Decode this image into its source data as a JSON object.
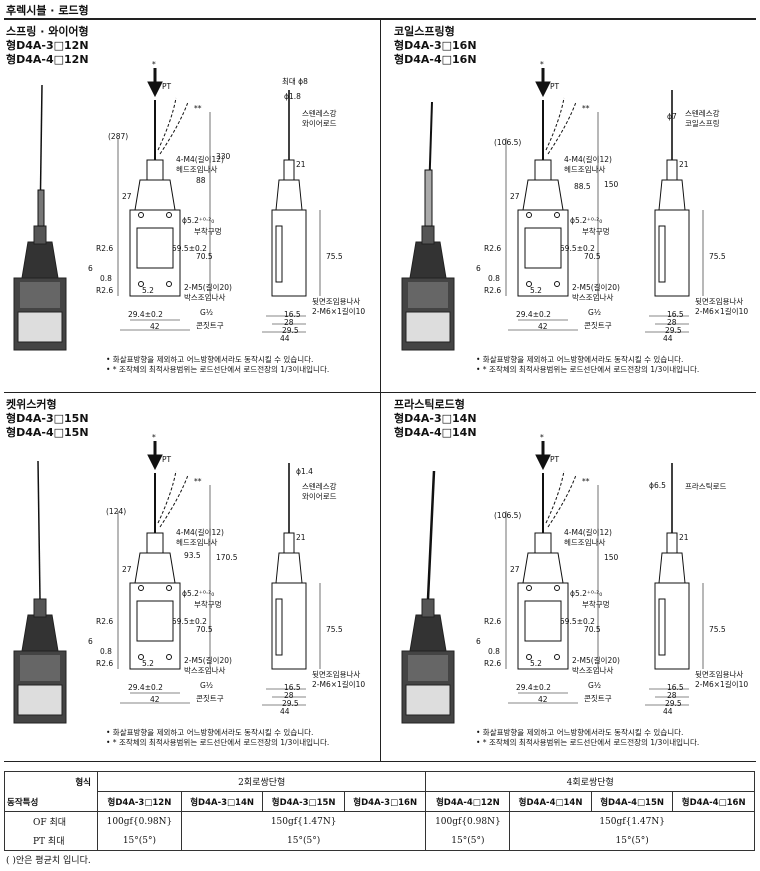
{
  "header": {
    "title": "후렉시블 · 로드형"
  },
  "panels": [
    {
      "title_lines": [
        "스프링 · 와이어형",
        "형D4A-3□12N",
        "형D4A-4□12N"
      ],
      "labels": {
        "star": "*",
        "pt": "PT",
        "dstar": "**",
        "d287": "(287)",
        "d330": "330",
        "d88": "88",
        "d27": "27",
        "m4": "4-M4(길이12)",
        "m4b": "헤드조임나사",
        "phi52": "ϕ5.2⁺⁰·²₀",
        "hole": "부착구멍",
        "d595": "59.5±0.2",
        "d705": "70.5",
        "r26a": "R2.6",
        "d6": "6",
        "d08": "0.8",
        "r26b": "R2.6",
        "d52": "5.2",
        "m5": "2-M5(길이20)",
        "m5b": "박스조임나사",
        "d294": "29.4±0.2",
        "d42": "42",
        "dia8": "최대 ϕ8",
        "phi18": "ϕ1.8",
        "mat1": "스텐레스강",
        "mat2": "와이어로드",
        "d21": "21",
        "d755": "75.5",
        "rear1": "뒷면조임용나사",
        "rear2": "2-M6×1길이10",
        "d165": "16.5",
        "d28": "28",
        "d295": "29.5",
        "g12": "G½",
        "conduit": "콘짓트구",
        "d44": "44"
      },
      "notes": [
        "• 화살표방향을 제외하고 어느방향에서라도 동작시킬 수 있습니다.",
        "• * 조작체의 최적사용범위는 로드선단에서 로드전장의 1/3이내입니다."
      ]
    },
    {
      "title_lines": [
        "코일스프링형",
        "형D4A-3□16N",
        "형D4A-4□16N"
      ],
      "labels": {
        "star": "*",
        "pt": "PT",
        "dstar": "**",
        "d1065": "(106.5)",
        "d885": "88.5",
        "d150": "150",
        "d27": "27",
        "m4": "4-M4(길이12)",
        "m4b": "헤드조임나사",
        "phi52": "ϕ5.2⁺⁰·²₀",
        "hole": "부착구멍",
        "d595": "59.5±0.2",
        "d705": "70.5",
        "r26a": "R2.6",
        "d6": "6",
        "d08": "0.8",
        "r26b": "R2.6",
        "d52": "5.2",
        "m5": "2-M5(길이20)",
        "m5b": "박스조임나사",
        "d294": "29.4±0.2",
        "d42": "42",
        "phi7": "ϕ7",
        "mat1": "스텐레스강",
        "mat2": "코일스프링",
        "d21": "21",
        "d755": "75.5",
        "rear1": "뒷면조임용나사",
        "rear2": "2-M6×1길이10",
        "d165": "16.5",
        "d28": "28",
        "d295": "29.5",
        "g12": "G½",
        "conduit": "콘짓트구",
        "d44": "44"
      },
      "notes": [
        "• 화살표방향을 제외하고 어느방향에서라도 동작시킬 수 있습니다.",
        "• * 조작체의 최적사용범위는 로드선단에서 로드전장의 1/3이내입니다."
      ]
    },
    {
      "title_lines": [
        "켓위스커형",
        "형D4A-3□15N",
        "형D4A-4□15N"
      ],
      "labels": {
        "star": "*",
        "pt": "PT",
        "dstar": "**",
        "d124": "(124)",
        "d935": "93.5",
        "d1705": "170.5",
        "d27": "27",
        "m4": "4-M4(길이12)",
        "m4b": "헤드조임나사",
        "phi52": "ϕ5.2⁺⁰·²₀",
        "hole": "부착구멍",
        "d595": "59.5±0.2",
        "d705": "70.5",
        "r26a": "R2.6",
        "d6": "6",
        "d08": "0.8",
        "r26b": "R2.6",
        "d52": "5.2",
        "m5": "2-M5(길이20)",
        "m5b": "박스조임나사",
        "d294": "29.4±0.2",
        "d42": "42",
        "phi14": "ϕ1.4",
        "mat1": "스텐레스강",
        "mat2": "와이어로드",
        "d21": "21",
        "d755": "75.5",
        "rear1": "뒷면조임용나사",
        "rear2": "2-M6×1길이10",
        "d165": "16.5",
        "d28": "28",
        "d295": "29.5",
        "g12": "G½",
        "conduit": "콘짓트구",
        "d44": "44"
      },
      "notes": [
        "• 화살표방향을 제외하고 어느방향에서라도 동작시킬 수 있습니다.",
        "• * 조작체의 최적사용범위는 로드선단에서 로드전장의 1/3이내입니다."
      ]
    },
    {
      "title_lines": [
        "프라스틱로드형",
        "형D4A-3□14N",
        "형D4A-4□14N"
      ],
      "labels": {
        "star": "*",
        "pt": "PT",
        "dstar": "**",
        "d1065": "(106.5)",
        "d150": "150",
        "d27": "27",
        "m4": "4-M4(길이12)",
        "m4b": "헤드조임나사",
        "phi52": "ϕ5.2⁺⁰·²₀",
        "hole": "부착구멍",
        "d595": "59.5±0.2",
        "d705": "70.5",
        "r26a": "R2.6",
        "d6": "6",
        "d08": "0.8",
        "r26b": "R2.6",
        "d52": "5.2",
        "m5": "2-M5(길이20)",
        "m5b": "박스조임나사",
        "d294": "29.4±0.2",
        "d42": "42",
        "phi65": "ϕ6.5",
        "mat1": "프라스틱로드",
        "d21": "21",
        "d755": "75.5",
        "rear1": "뒷면조임용나사",
        "rear2": "2-M6×1길이10",
        "d165": "16.5",
        "d28": "28",
        "d295": "29.5",
        "g12": "G½",
        "conduit": "콘짓트구",
        "d44": "44"
      },
      "notes": [
        "• 화살표방향을 제외하고 어느방향에서라도 동작시킬 수 있습니다.",
        "• * 조작체의 최적사용범위는 로드선단에서 로드전장의 1/3이내입니다."
      ]
    }
  ],
  "spec_table": {
    "type_label": "형식",
    "char_label": "동작특성",
    "group1": "2회로쌍단형",
    "group2": "4회로쌍단형",
    "models": [
      "형D4A-3□12N",
      "형D4A-3□14N",
      "형D4A-3□15N",
      "형D4A-3□16N",
      "형D4A-4□12N",
      "형D4A-4□14N",
      "형D4A-4□15N",
      "형D4A-4□16N"
    ],
    "rows": [
      {
        "name": "OF   최대",
        "v1": "100gf{0.98N}",
        "v2": "150gf{1.47N}",
        "v3": "100gf{0.98N}",
        "v4": "150gf{1.47N}"
      },
      {
        "name": "PT   최대",
        "v1": "15°(5°)",
        "v2": "15°(5°)",
        "v3": "15°(5°)",
        "v4": "15°(5°)"
      }
    ]
  },
  "footnote": "( )안은 평균치 입니다."
}
